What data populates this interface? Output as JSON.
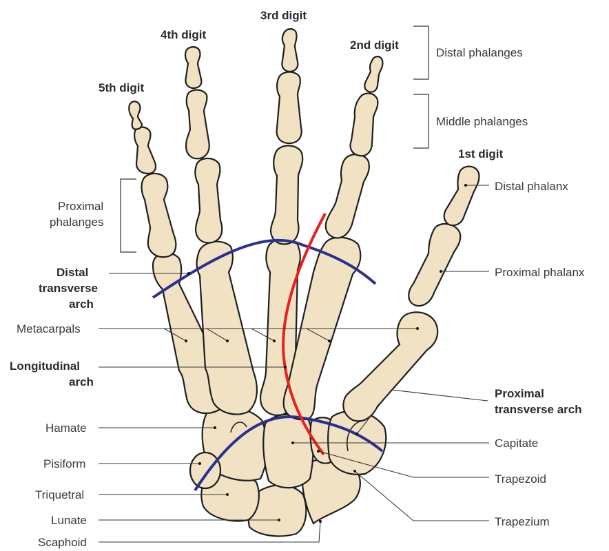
{
  "digits": {
    "first": "1st digit",
    "second": "2nd digit",
    "third": "3rd digit",
    "fourth": "4th digit",
    "fifth": "5th digit"
  },
  "labels_left": {
    "proximal_phalanges_1": "Proximal",
    "proximal_phalanges_2": "phalanges",
    "distal_arch_1": "Distal",
    "distal_arch_2": "transverse",
    "distal_arch_3": "arch",
    "metacarpals": "Metacarpals",
    "longitudinal_1": "Longitudinal",
    "longitudinal_2": "arch",
    "hamate": "Hamate",
    "pisiform": "Pisiform",
    "triquetral": "Triquetral",
    "lunate": "Lunate",
    "scaphoid": "Scaphoid"
  },
  "labels_right": {
    "distal_phalanges": "Distal phalanges",
    "middle_phalanges": "Middle phalanges",
    "distal_phalanx": "Distal phalanx",
    "proximal_phalanx": "Proximal phalanx",
    "proximal_arch_1": "Proximal",
    "proximal_arch_2": "transverse arch",
    "capitate": "Capitate",
    "trapezoid": "Trapezoid",
    "trapezium": "Trapezium"
  },
  "colors": {
    "bone_fill": "#f1e2c4",
    "transverse_arch": "#2b2f8f",
    "longitudinal_arch": "#e8211d"
  }
}
